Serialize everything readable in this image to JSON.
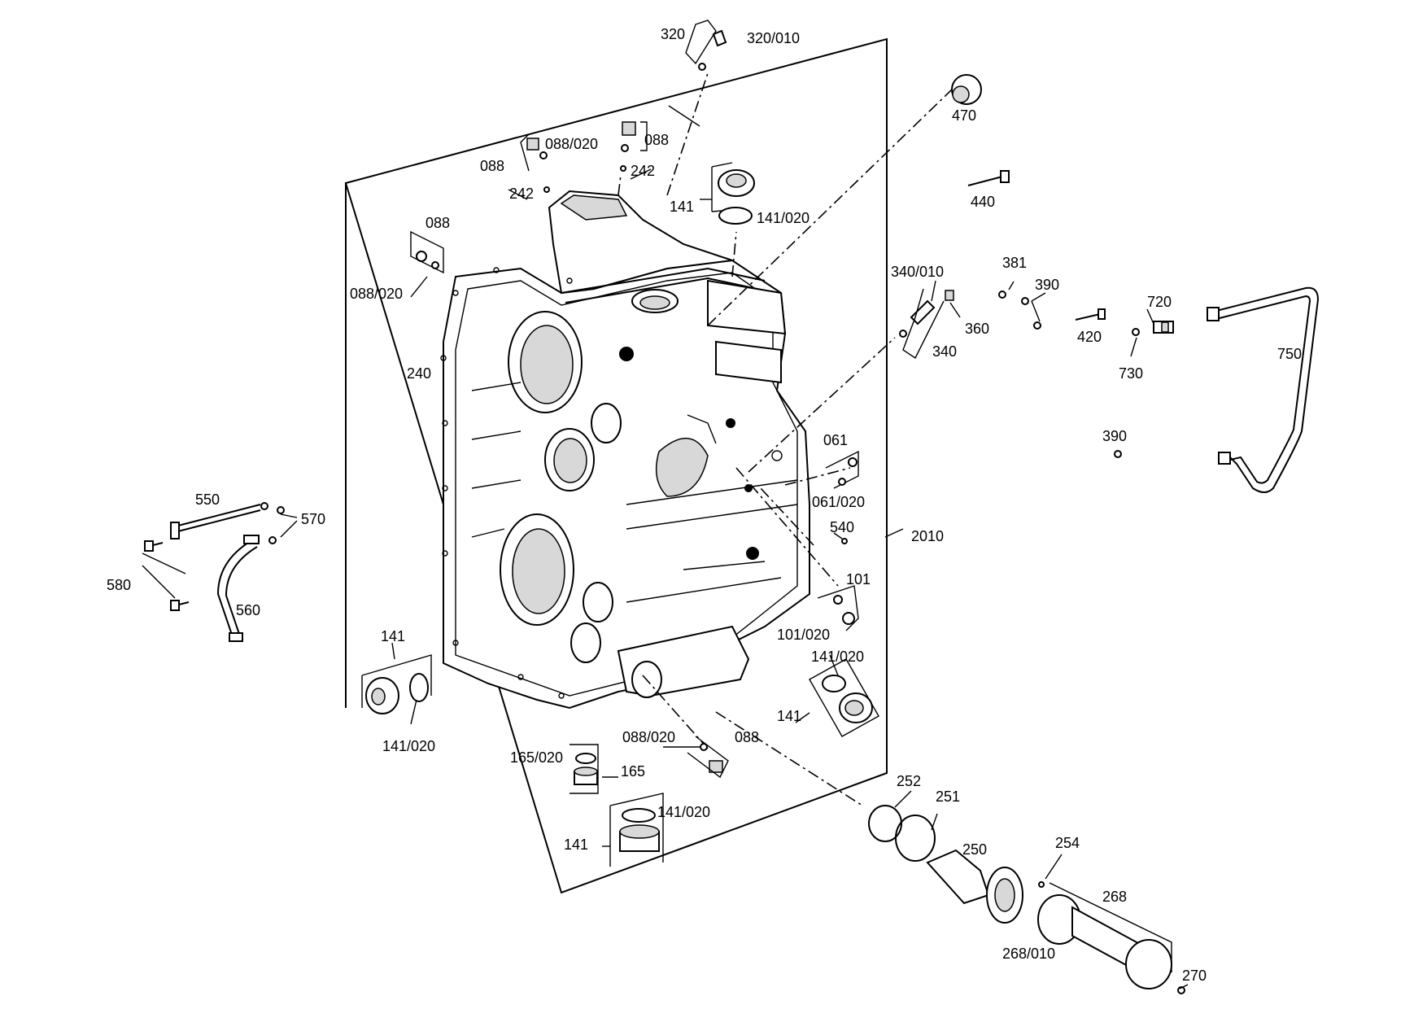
{
  "labels": {
    "l320": "320",
    "l320_010": "320/010",
    "l470": "470",
    "l088_020_top": "088/020",
    "l088_top_right": "088",
    "l088_top_left": "088",
    "l242_a": "242",
    "l242_b": "242",
    "l141_top": "141",
    "l141_020_top": "141/020",
    "l088_left": "088",
    "l088_020_left": "088/020",
    "l440": "440",
    "l340_010": "340/010",
    "l381": "381",
    "l390_a": "390",
    "l720": "720",
    "l360": "360",
    "l340": "340",
    "l420": "420",
    "l730": "730",
    "l750": "750",
    "l240": "240",
    "l390_b": "390",
    "l061": "061",
    "l061_020": "061/020",
    "l550": "550",
    "l570": "570",
    "l540": "540",
    "l2010": "2010",
    "l580": "580",
    "l101": "101",
    "l560": "560",
    "l101_020": "101/020",
    "l141_left": "141",
    "l141_020_right": "141/020",
    "l141_right": "141",
    "l141_020_left": "141/020",
    "l088_020_bottom": "088/020",
    "l088_bottom": "088",
    "l165_020": "165/020",
    "l165": "165",
    "l252": "252",
    "l251": "251",
    "l141_020_bottom": "141/020",
    "l141_bottom": "141",
    "l250": "250",
    "l254": "254",
    "l268": "268",
    "l268_010": "268/010",
    "l270": "270"
  }
}
